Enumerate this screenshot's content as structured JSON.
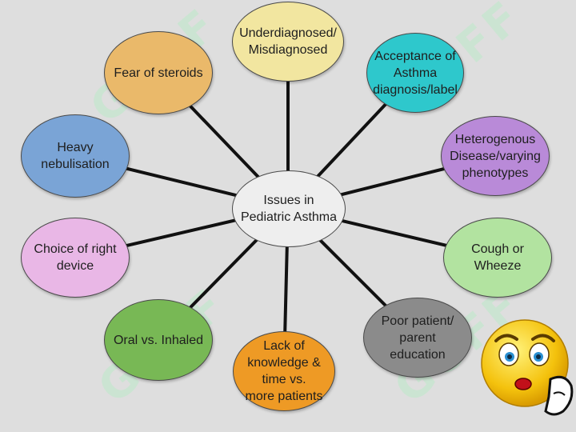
{
  "center": {
    "label": "Issues in\nPediatric Asthma",
    "color": "#eeeeee"
  },
  "nodes": [
    {
      "id": "underdiagnosed",
      "label": "Underdiagnosed/\nMisdiagnosed",
      "color": "#f2e6a0"
    },
    {
      "id": "acceptance",
      "label": "Acceptance of\nAsthma\ndiagnosis/label",
      "color": "#2ec8cc"
    },
    {
      "id": "heterogenous",
      "label": "Heterogenous\nDisease/varying\nphenotypes",
      "color": "#b98ad8"
    },
    {
      "id": "cough",
      "label": "Cough or\nWheeze",
      "color": "#b2e3a0"
    },
    {
      "id": "poor-education",
      "label": "Poor patient/\nparent\neducation",
      "color": "#8b8b8b"
    },
    {
      "id": "lack-knowledge",
      "label": "Lack of\nknowledge &\ntime vs.\nmore patients",
      "color": "#ee9a25"
    },
    {
      "id": "oral-inhaled",
      "label": "Oral vs. Inhaled",
      "color": "#78b855"
    },
    {
      "id": "choice-device",
      "label": "Choice of right\ndevice",
      "color": "#e9b7e6"
    },
    {
      "id": "heavy-nebulisation",
      "label": "Heavy\nnebulisation",
      "color": "#7aa4d6"
    },
    {
      "id": "fear-steroids",
      "label": "Fear of steroids",
      "color": "#eab96a"
    }
  ],
  "icons": {
    "emoji": "worried-face-icon"
  },
  "watermark_text": "GOFF"
}
